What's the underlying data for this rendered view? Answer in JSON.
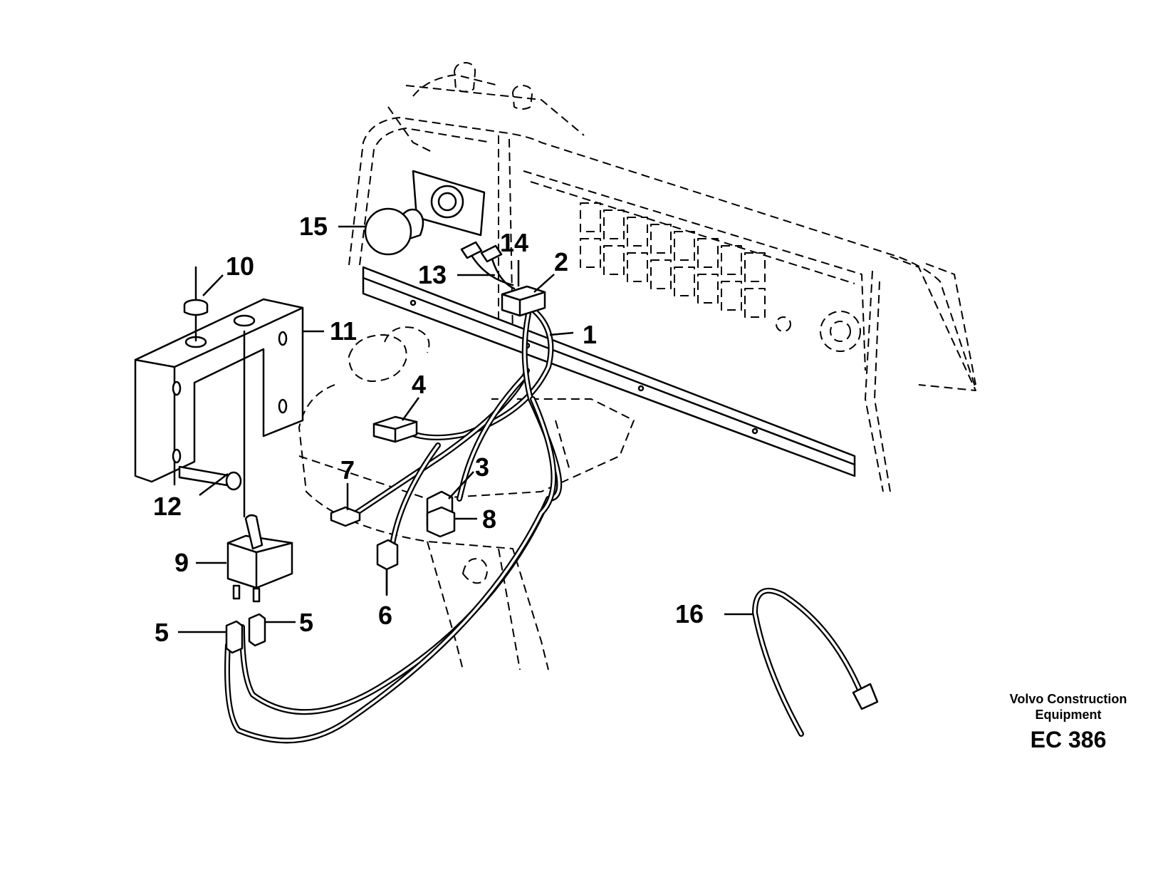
{
  "callouts": [
    {
      "id": "c1",
      "label": "1"
    },
    {
      "id": "c2",
      "label": "2"
    },
    {
      "id": "c3",
      "label": "3"
    },
    {
      "id": "c4",
      "label": "4"
    },
    {
      "id": "c5a",
      "label": "5"
    },
    {
      "id": "c5b",
      "label": "5"
    },
    {
      "id": "c6",
      "label": "6"
    },
    {
      "id": "c7",
      "label": "7"
    },
    {
      "id": "c8",
      "label": "8"
    },
    {
      "id": "c9",
      "label": "9"
    },
    {
      "id": "c10",
      "label": "10"
    },
    {
      "id": "c11",
      "label": "11"
    },
    {
      "id": "c12",
      "label": "12"
    },
    {
      "id": "c13",
      "label": "13"
    },
    {
      "id": "c14",
      "label": "14"
    },
    {
      "id": "c15",
      "label": "15"
    },
    {
      "id": "c16",
      "label": "16"
    }
  ],
  "credit": {
    "line1": "Volvo Construction",
    "line2": "Equipment",
    "code": "EC 386"
  }
}
